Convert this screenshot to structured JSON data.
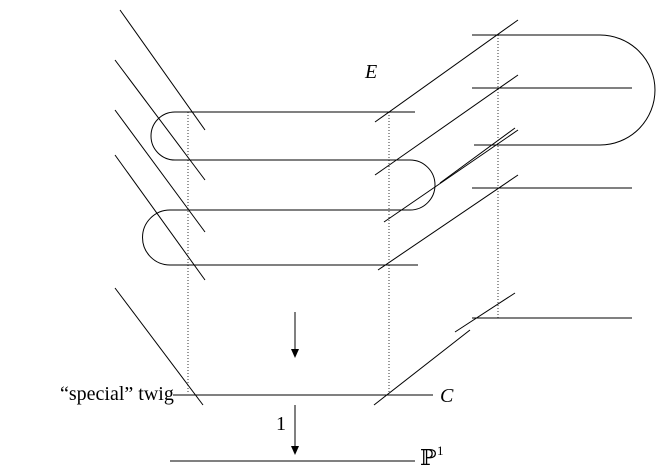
{
  "diagram": {
    "labels": {
      "E": "E",
      "C": "C",
      "special_twig": "“special” twig",
      "map_degree": "1",
      "P1_base": "ℙ",
      "P1_exp": "1"
    }
  }
}
